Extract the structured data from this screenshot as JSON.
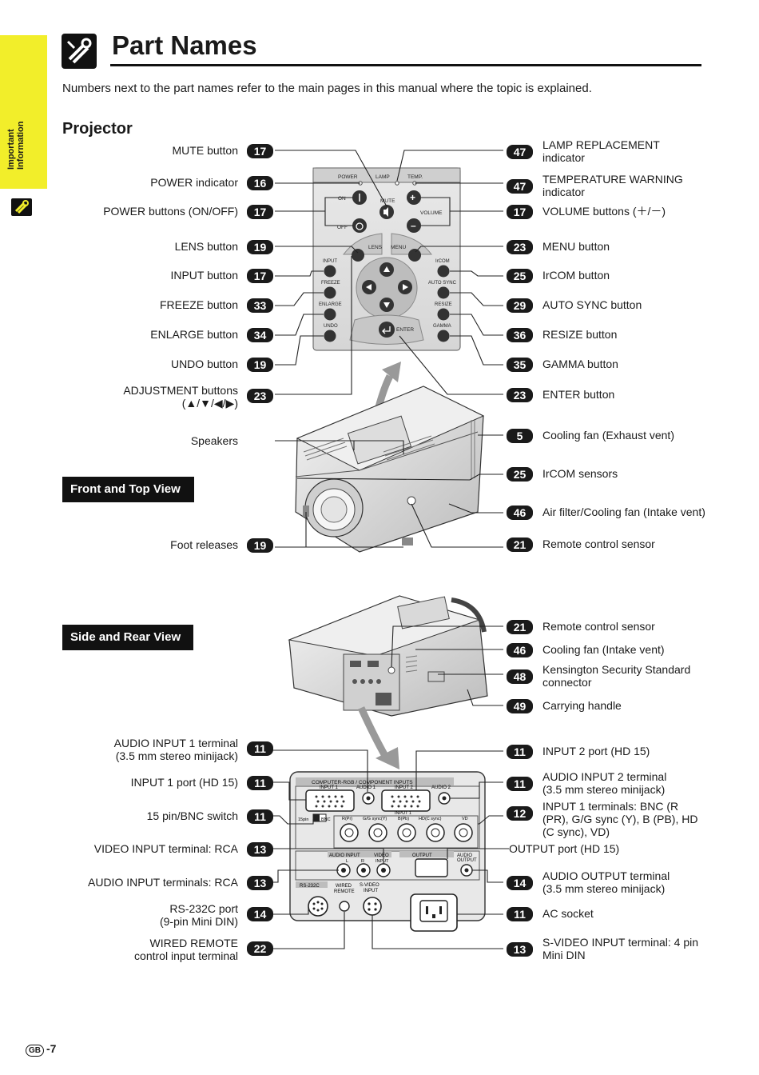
{
  "sidebar": {
    "tab_text": "Important\nInformation"
  },
  "page": {
    "title": "Part Names",
    "intro": "Numbers next to the part names refer to the main pages in this manual where the topic is explained.",
    "section": "Projector",
    "view1": "Front and Top View",
    "view2": "Side and Rear View",
    "footer_gb": "GB",
    "footer_page": "-7"
  },
  "panel": {
    "power": "POWER",
    "lamp": "LAMP",
    "temp": "TEMP.",
    "on": "ON",
    "off": "OFF",
    "mute": "MUTE",
    "volume": "VOLUME",
    "lens": "LENS",
    "menu": "MENU",
    "input": "INPUT",
    "freeze": "FREEZE",
    "enlarge": "ENLARGE",
    "undo": "UNDO",
    "ircom": "IrCOM",
    "autosync": "AUTO SYNC",
    "resize": "RESIZE",
    "gamma": "GAMMA",
    "enter": "ENTER"
  },
  "rear": {
    "computer_rgb": "COMPUTER-RGB / COMPONENT INPUTS",
    "input1": "INPUT 1",
    "audio1": "AUDIO 1",
    "input2": "INPUT 2",
    "audio2": "AUDIO 2",
    "pin15": "15pin",
    "bnc": "BNC",
    "bnc_input1": "INPUT 1",
    "rpr": "R(Pr)",
    "gsync": "G/G sync(Y)",
    "bpb": "B(Pb)",
    "hdc": "HD(C sync)",
    "vd": "VD",
    "audio_input": "AUDIO INPUT",
    "l": "L",
    "r": "R",
    "video": "VIDEO",
    "input_short": "INPUT",
    "output": "OUTPUT",
    "audio": "AUDIO",
    "audio_output": "OUTPUT",
    "rs232c": "RS-232C",
    "wired": "WIRED",
    "remote": "REMOTE",
    "svideo": "S-VIDEO",
    "sv_input": "INPUT"
  },
  "callouts_front": [
    {
      "side": "left",
      "num": "17",
      "label": "MUTE button"
    },
    {
      "side": "left",
      "num": "16",
      "label": "POWER indicator"
    },
    {
      "side": "left",
      "num": "17",
      "label": "POWER buttons (ON/OFF)"
    },
    {
      "side": "left",
      "num": "19",
      "label": "LENS button"
    },
    {
      "side": "left",
      "num": "17",
      "label": "INPUT button"
    },
    {
      "side": "left",
      "num": "33",
      "label": "FREEZE button"
    },
    {
      "side": "left",
      "num": "34",
      "label": "ENLARGE button"
    },
    {
      "side": "left",
      "num": "19",
      "label": "UNDO button"
    },
    {
      "side": "left",
      "num": "23",
      "label": "ADJUSTMENT buttons\n(▲/▼/◀/▶)"
    },
    {
      "side": "left",
      "num": "",
      "label": "Speakers"
    },
    {
      "side": "left",
      "num": "19",
      "label": "Foot releases"
    },
    {
      "side": "right",
      "num": "47",
      "label": "LAMP REPLACEMENT\nindicator"
    },
    {
      "side": "right",
      "num": "47",
      "label": "TEMPERATURE WARNING\nindicator"
    },
    {
      "side": "right",
      "num": "17",
      "label": "VOLUME buttons (＋/－)"
    },
    {
      "side": "right",
      "num": "23",
      "label": "MENU button"
    },
    {
      "side": "right",
      "num": "25",
      "label": "IrCOM button"
    },
    {
      "side": "right",
      "num": "29",
      "label": "AUTO SYNC button"
    },
    {
      "side": "right",
      "num": "36",
      "label": "RESIZE button"
    },
    {
      "side": "right",
      "num": "35",
      "label": "GAMMA button"
    },
    {
      "side": "right",
      "num": "23",
      "label": "ENTER button"
    },
    {
      "side": "right",
      "num": "5",
      "label": "Cooling fan (Exhaust vent)"
    },
    {
      "side": "right",
      "num": "25",
      "label": "IrCOM sensors"
    },
    {
      "side": "right",
      "num": "46",
      "label": "Air filter/Cooling fan (Intake vent)"
    },
    {
      "side": "right",
      "num": "21",
      "label": "Remote control sensor"
    }
  ],
  "callouts_rear": [
    {
      "side": "right",
      "num": "21",
      "label": "Remote control sensor"
    },
    {
      "side": "right",
      "num": "46",
      "label": "Cooling fan (Intake vent)"
    },
    {
      "side": "right",
      "num": "48",
      "label": "Kensington Security Standard\nconnector"
    },
    {
      "side": "right",
      "num": "49",
      "label": "Carrying handle"
    },
    {
      "side": "left",
      "num": "11",
      "label": "AUDIO INPUT 1 terminal\n(3.5 mm stereo minijack)"
    },
    {
      "side": "left",
      "num": "11",
      "label": "INPUT 1 port (HD 15)"
    },
    {
      "side": "left",
      "num": "11",
      "label": "15 pin/BNC switch"
    },
    {
      "side": "left",
      "num": "13",
      "label": "VIDEO INPUT terminal: RCA"
    },
    {
      "side": "left",
      "num": "13",
      "label": "AUDIO INPUT terminals: RCA"
    },
    {
      "side": "left",
      "num": "14",
      "label": "RS-232C port\n(9-pin Mini DIN)"
    },
    {
      "side": "left",
      "num": "22",
      "label": "WIRED REMOTE\ncontrol input terminal"
    },
    {
      "side": "right",
      "num": "11",
      "label": "INPUT 2 port (HD 15)"
    },
    {
      "side": "right",
      "num": "11",
      "label": "AUDIO INPUT 2  terminal\n(3.5 mm stereo minijack)"
    },
    {
      "side": "right",
      "num": "12",
      "label": "INPUT 1 terminals: BNC (R\n(PR), G/G sync (Y), B (PB), HD\n(C sync), VD)"
    },
    {
      "side": "right",
      "num": "",
      "label": "OUTPUT port (HD 15)"
    },
    {
      "side": "right",
      "num": "14",
      "label": "AUDIO OUTPUT terminal\n(3.5 mm stereo minijack)"
    },
    {
      "side": "right",
      "num": "11",
      "label": "AC socket"
    },
    {
      "side": "right",
      "num": "13",
      "label": "S-VIDEO INPUT terminal: 4 pin\nMini DIN"
    }
  ]
}
